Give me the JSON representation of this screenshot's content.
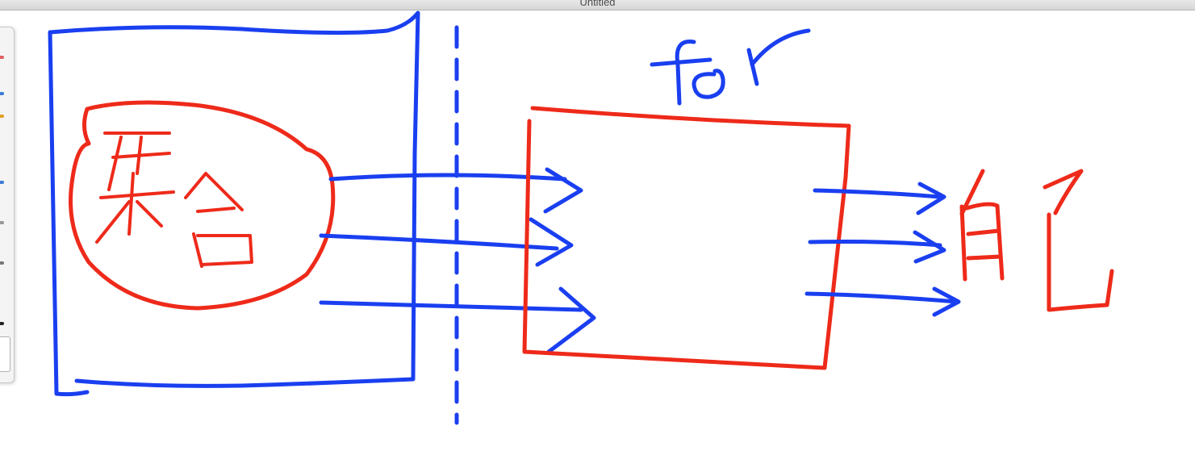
{
  "window": {
    "title": "Untitled"
  },
  "palette": {
    "tool_icons": [
      "pen-icon",
      "brush-icon",
      "eraser-icon",
      "shape-icon",
      "color-icon",
      "arrow-icon",
      "text-icon"
    ],
    "selected_color": "#ffffff"
  },
  "diagram": {
    "label_for": "for",
    "label_collection": "集合",
    "label_self": "自己",
    "colors": {
      "blue_ink": "#1a3ff0",
      "red_ink": "#ee2a1a"
    }
  }
}
